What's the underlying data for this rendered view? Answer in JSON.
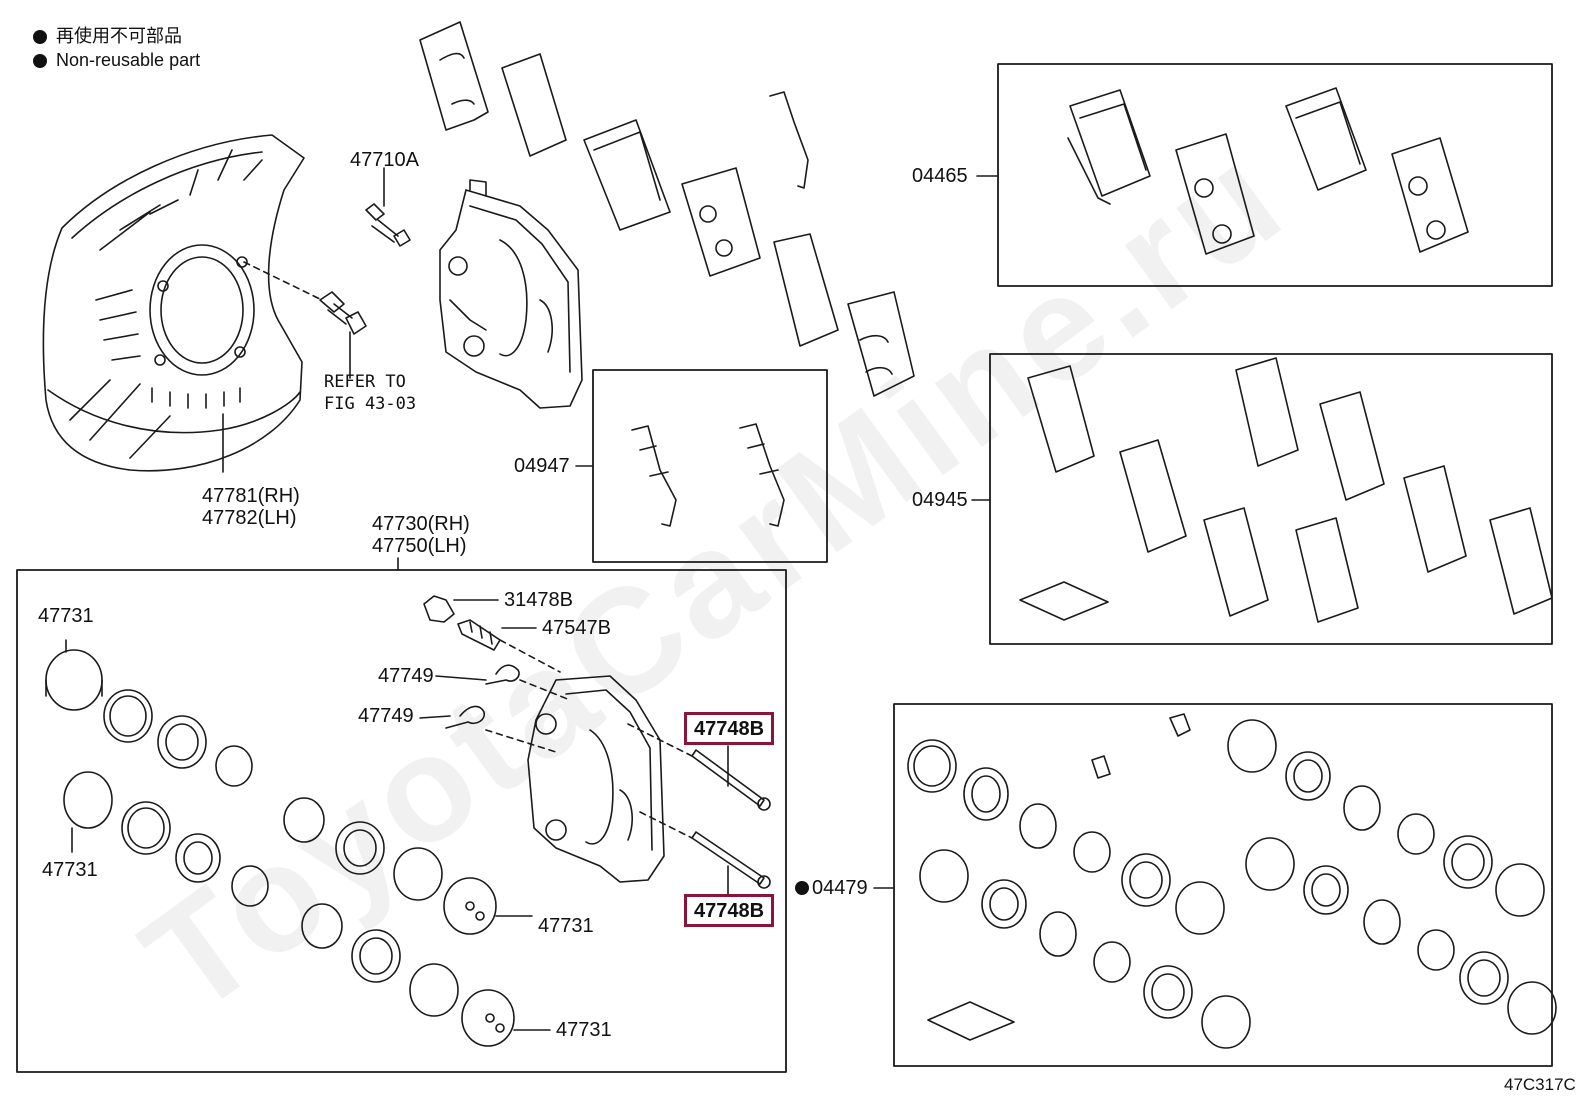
{
  "legend": {
    "line_jp": "再使用不可部品",
    "line_en": "Non-reusable part"
  },
  "watermark": "ToyotaCarMine.ru",
  "callouts": {
    "p47710A": "47710A",
    "refer_line1": "REFER TO",
    "refer_line2": "FIG 43-03",
    "p47781": "47781(RH)",
    "p47782": "47782(LH)",
    "p47730": "47730(RH)",
    "p47750": "47750(LH)",
    "p04465": "04465",
    "p04947": "04947",
    "p04945": "04945",
    "p04479": "04479",
    "p31478B": "31478B",
    "p47547B": "47547B",
    "p47749a": "47749",
    "p47749b": "47749",
    "p47748B_top": "47748B",
    "p47748B_bottom": "47748B",
    "p47731_a": "47731",
    "p47731_b": "47731",
    "p47731_c": "47731",
    "p47731_d": "47731"
  },
  "figure_id": "47C317C",
  "colors": {
    "highlight": "#8a1538",
    "line": "#1a1a1a"
  }
}
